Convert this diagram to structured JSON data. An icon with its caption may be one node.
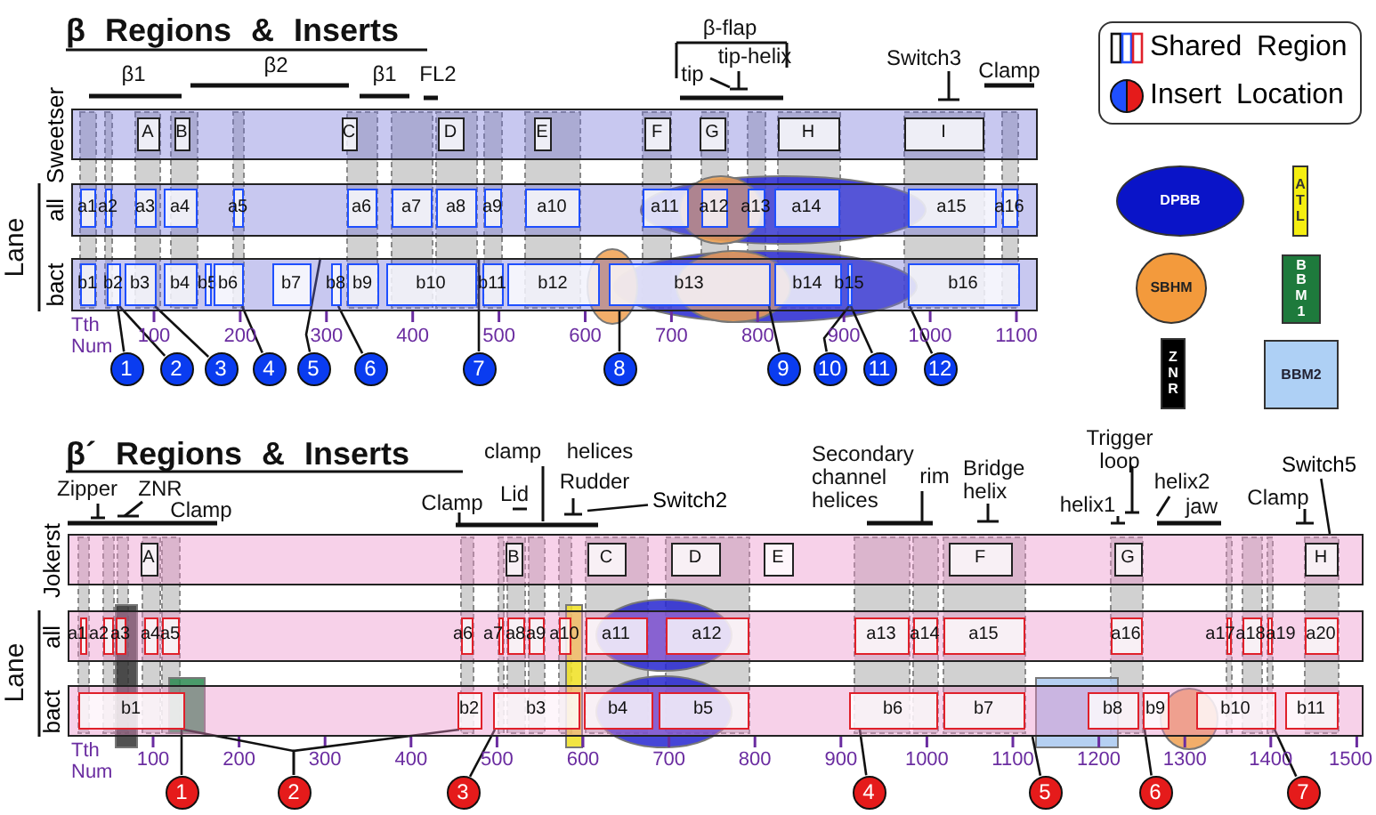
{
  "diagram": {
    "nodes": [
      {
        "text": [
          "Sweetser"
        ]
      },
      {
        "text": [
          "A"
        ],
        "in": 0
      },
      {
        "text": [
          "B"
        ],
        "in": 0
      },
      {
        "text": [
          "C"
        ],
        "in": 0
      },
      {
        "text": [
          "D"
        ],
        "in": 0
      },
      {
        "text": [
          "E"
        ],
        "in": 0
      },
      {
        "text": [
          "F"
        ],
        "in": 0
      },
      {
        "text": [
          "G"
        ],
        "in": 0
      },
      {
        "text": [
          "H"
        ],
        "in": 0
      },
      {
        "text": [
          "I"
        ],
        "in": 0
      },
      {
        "text": [
          "all"
        ]
      },
      {
        "text": [
          "a1"
        ],
        "in": 10
      },
      {
        "text": [
          "a2"
        ],
        "in": 10
      },
      {
        "text": [
          "a3"
        ],
        "in": 10
      },
      {
        "text": [
          "a4"
        ],
        "in": 10
      },
      {
        "text": [
          "a5"
        ],
        "in": 10
      },
      {
        "text": [
          "a6"
        ],
        "in": 10
      },
      {
        "text": [
          "a7"
        ],
        "in": 10
      },
      {
        "text": [
          "a8"
        ],
        "in": 10
      },
      {
        "text": [
          "a9"
        ],
        "in": 10
      },
      {
        "text": [
          "a10"
        ],
        "in": 10
      },
      {
        "text": [
          "a11"
        ],
        "in": 10
      },
      {
        "text": [
          "a12"
        ],
        "in": 10
      },
      {
        "text": [
          "a13"
        ],
        "in": 10
      },
      {
        "text": [
          "a14"
        ],
        "in": 10
      },
      {
        "text": [
          "a15"
        ],
        "in": 10
      },
      {
        "text": [
          "a16"
        ],
        "in": 10
      },
      {
        "text": [
          "bact"
        ]
      },
      {
        "text": [
          "b1"
        ],
        "in": 27
      },
      {
        "text": [
          "b2"
        ],
        "in": 27
      },
      {
        "text": [
          "b3"
        ],
        "in": 27
      },
      {
        "text": [
          "b4"
        ],
        "in": 27
      },
      {
        "text": [
          "b5"
        ],
        "in": 27
      },
      {
        "text": [
          "b6"
        ],
        "in": 27
      },
      {
        "text": [
          "b7"
        ],
        "in": 27
      },
      {
        "text": [
          "b8"
        ],
        "in": 27
      },
      {
        "text": [
          "b9"
        ],
        "in": 27
      },
      {
        "text": [
          "b10"
        ],
        "in": 27
      },
      {
        "text": [
          "b11"
        ],
        "in": 27
      },
      {
        "text": [
          "b12"
        ],
        "in": 27
      },
      {
        "text": [
          "b13"
        ],
        "in": 27
      },
      {
        "text": [
          "b14"
        ],
        "in": 27
      },
      {
        "text": [
          "b15"
        ],
        "in": 27
      },
      {
        "text": [
          "b16"
        ],
        "in": 27
      },
      {
        "text": [
          "1"
        ]
      },
      {
        "text": [
          "2"
        ]
      },
      {
        "text": [
          "3"
        ]
      },
      {
        "text": [
          "4"
        ]
      },
      {
        "text": [
          "5"
        ]
      },
      {
        "text": [
          "6"
        ]
      },
      {
        "text": [
          "7"
        ]
      },
      {
        "text": [
          "8"
        ]
      },
      {
        "text": [
          "9"
        ]
      },
      {
        "text": [
          "10"
        ]
      },
      {
        "text": [
          "11"
        ]
      },
      {
        "text": [
          "12"
        ]
      },
      {
        "text": [
          "DPBB"
        ]
      },
      {
        "text": [
          "ATL"
        ]
      },
      {
        "text": [
          "SBHM"
        ]
      },
      {
        "text": [
          "BBM1"
        ]
      },
      {
        "text": [
          "ZNR"
        ]
      },
      {
        "text": [
          "BBM2"
        ]
      },
      {
        "text": [
          "Jokerst"
        ]
      },
      {
        "text": [
          "A"
        ],
        "in": 62
      },
      {
        "text": [
          "B"
        ],
        "in": 62
      },
      {
        "text": [
          "C"
        ],
        "in": 62
      },
      {
        "text": [
          "D"
        ],
        "in": 62
      },
      {
        "text": [
          "E"
        ],
        "in": 62
      },
      {
        "text": [
          "F"
        ],
        "in": 62
      },
      {
        "text": [
          "G"
        ],
        "in": 62
      },
      {
        "text": [
          "H"
        ],
        "in": 62
      },
      {
        "text": [
          "all"
        ]
      },
      {
        "text": [
          "a1"
        ],
        "in": 71
      },
      {
        "text": [
          "a2"
        ],
        "in": 71
      },
      {
        "text": [
          "a3"
        ],
        "in": 71
      },
      {
        "text": [
          "a4"
        ],
        "in": 71
      },
      {
        "text": [
          "a5"
        ],
        "in": 71
      },
      {
        "text": [
          "a6"
        ],
        "in": 71
      },
      {
        "text": [
          "a7"
        ],
        "in": 71
      },
      {
        "text": [
          "a8"
        ],
        "in": 71
      },
      {
        "text": [
          "a9"
        ],
        "in": 71
      },
      {
        "text": [
          "a10"
        ],
        "in": 71
      },
      {
        "text": [
          "a11"
        ],
        "in": 71
      },
      {
        "text": [
          "a12"
        ],
        "in": 71
      },
      {
        "text": [
          "a13"
        ],
        "in": 71
      },
      {
        "text": [
          "a14"
        ],
        "in": 71
      },
      {
        "text": [
          "a15"
        ],
        "in": 71
      },
      {
        "text": [
          "a16"
        ],
        "in": 71
      },
      {
        "text": [
          "a17"
        ],
        "in": 71
      },
      {
        "text": [
          "a18"
        ],
        "in": 71
      },
      {
        "text": [
          "a19"
        ],
        "in": 71
      },
      {
        "text": [
          "a20"
        ],
        "in": 71
      },
      {
        "text": [
          "bact"
        ]
      },
      {
        "text": [
          "b1"
        ],
        "in": 92
      },
      {
        "text": [
          "b2"
        ],
        "in": 92
      },
      {
        "text": [
          "b3"
        ],
        "in": 92
      },
      {
        "text": [
          "b4"
        ],
        "in": 92
      },
      {
        "text": [
          "b5"
        ],
        "in": 92
      },
      {
        "text": [
          "b6"
        ],
        "in": 92
      },
      {
        "text": [
          "b7"
        ],
        "in": 92
      },
      {
        "text": [
          "b8"
        ],
        "in": 92
      },
      {
        "text": [
          "b9"
        ],
        "in": 92
      },
      {
        "text": [
          "b10"
        ],
        "in": 92
      },
      {
        "text": [
          "b11"
        ],
        "in": 92
      },
      {
        "text": [
          "1"
        ]
      },
      {
        "text": [
          "2"
        ]
      },
      {
        "text": [
          "3"
        ]
      },
      {
        "text": [
          "4"
        ]
      },
      {
        "text": [
          "5"
        ]
      },
      {
        "text": [
          "6"
        ]
      },
      {
        "text": [
          "7"
        ]
      },
      {
        "text": [
          "Switch2"
        ]
      },
      {
        "text": [
          "Switch5"
        ]
      }
    ],
    "edges": [
      {
        "from": 44,
        "to": 29,
        "arrow": "none"
      },
      {
        "from": 45,
        "to": 29,
        "arrow": "none"
      },
      {
        "from": 46,
        "to": 30,
        "arrow": "none"
      },
      {
        "from": 47,
        "to": 33,
        "arrow": "none"
      },
      {
        "from": 48,
        "to": 27,
        "arrow": "none"
      },
      {
        "from": 49,
        "to": 35,
        "arrow": "none"
      },
      {
        "from": 50,
        "to": 27,
        "arrow": "none"
      },
      {
        "from": 51,
        "to": 27,
        "arrow": "none"
      },
      {
        "from": 52,
        "to": 40,
        "arrow": "none"
      },
      {
        "from": 53,
        "to": 42,
        "arrow": "none"
      },
      {
        "from": 54,
        "to": 42,
        "arrow": "none"
      },
      {
        "from": 55,
        "to": 43,
        "arrow": "none"
      },
      {
        "from": 104,
        "to": 93,
        "arrow": "none"
      },
      {
        "from": 105,
        "to": 93,
        "arrow": "none"
      },
      {
        "from": 105,
        "to": 94,
        "arrow": "none"
      },
      {
        "from": 106,
        "to": 95,
        "arrow": "none"
      },
      {
        "from": 107,
        "to": 98,
        "arrow": "none"
      },
      {
        "from": 108,
        "to": 92,
        "arrow": "none"
      },
      {
        "from": 109,
        "to": 101,
        "arrow": "none"
      },
      {
        "from": 110,
        "to": 102,
        "arrow": "none"
      },
      {
        "from": 111,
        "to": null,
        "arrow": "none"
      },
      {
        "from": 112,
        "to": 62,
        "arrow": "none"
      }
    ],
    "labels": [
      "β Regions & Inserts",
      "β1",
      "β2",
      "β1",
      "FL2",
      "β-flap",
      "tip-helix",
      "tip",
      "Switch3",
      "Clamp",
      "Lane",
      "Tth Num",
      "100",
      "200",
      "300",
      "400",
      "500",
      "600",
      "700",
      "800",
      "900",
      "1000",
      "1100",
      "β´ Regions & Inserts",
      "Zipper",
      "ZNR",
      "Clamp",
      "clamp",
      "helices",
      "Clamp",
      "Lid",
      "Rudder",
      "Secondary channel helices",
      "rim",
      "Bridge helix",
      "Trigger loop",
      "helix1",
      "helix2",
      "jaw",
      "Clamp",
      "Lane",
      "Tth Num",
      "100",
      "200",
      "300",
      "400",
      "500",
      "600",
      "700",
      "800",
      "900",
      "1000",
      "1100",
      "1200",
      "1300",
      "1400",
      "1500"
    ],
    "legend": [
      {
        "text": "Shared Region"
      },
      {
        "text": "Insert Location"
      }
    ]
  }
}
